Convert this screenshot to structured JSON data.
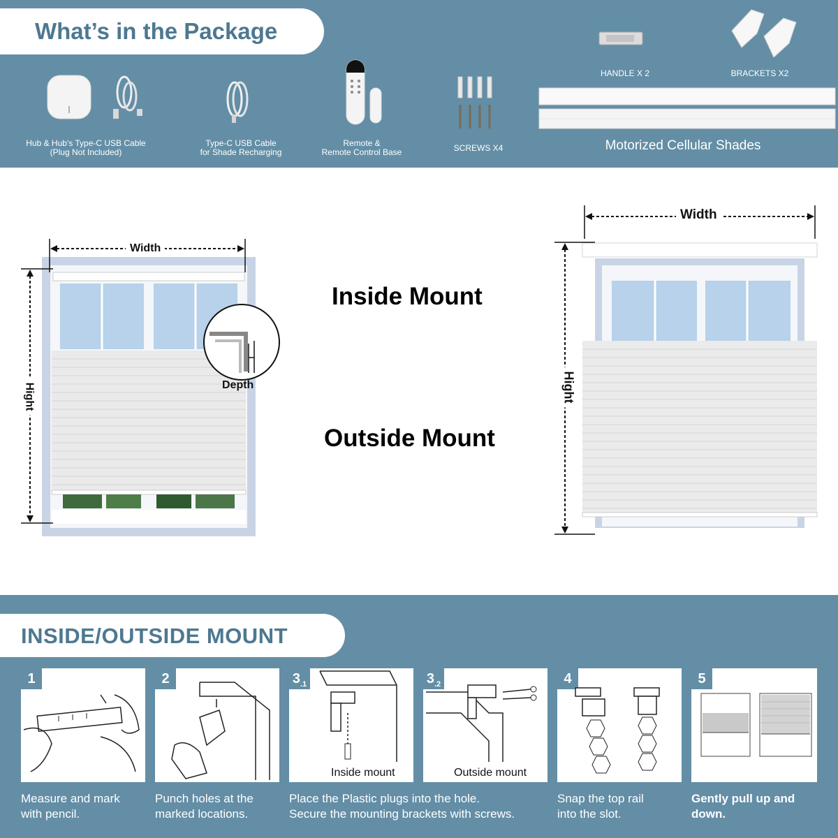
{
  "package": {
    "title": "What’s in the Package",
    "items": {
      "hub": "Hub & Hub's Type-C USB Cable\n(Plug Not Included)",
      "usb": "Type-C USB Cable\nfor Shade Recharging",
      "remote": "Remote &\nRemote Control Base",
      "screws": "SCREWS X4",
      "handle": "HANDLE X 2",
      "brackets": "BRACKETS X2",
      "shades": "Motorized Cellular Shades"
    }
  },
  "measure": {
    "inside_mount": "Inside Mount",
    "outside_mount": "Outside Mount",
    "width": "Width",
    "hight": "Hight",
    "depth": "Depth"
  },
  "install": {
    "title": "INSIDE/OUTSIDE MOUNT",
    "steps": [
      {
        "num": "1",
        "sub": "",
        "caption": "Measure and mark\nwith pencil."
      },
      {
        "num": "2",
        "sub": "",
        "caption": "Punch holes at the\nmarked locations."
      },
      {
        "num": "3",
        "sub": ".1",
        "caption": "Place the Plastic plugs into the hole.\nSecure the mounting brackets with screws."
      },
      {
        "num": "3",
        "sub": ".2",
        "caption": ""
      },
      {
        "num": "4",
        "sub": "",
        "caption": "Snap the top rail\ninto the slot."
      },
      {
        "num": "5",
        "sub": "",
        "caption": "Gently pull up and\ndown."
      }
    ],
    "inside_mount_label": "Inside mount",
    "outside_mount_label": "Outside mount"
  },
  "colors": {
    "band": "#638ea6",
    "title_text": "#4e7891"
  }
}
